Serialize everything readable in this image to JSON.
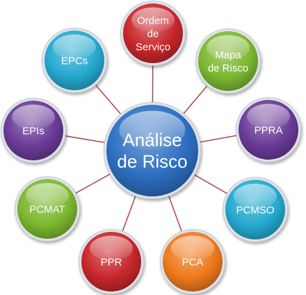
{
  "center": {
    "lines": [
      "Análise",
      "de Risco"
    ],
    "color": "#2e6fc2"
  },
  "nodes": [
    {
      "id": "ordem-de-servico",
      "lines": [
        "Ordem",
        "de",
        "Serviço"
      ],
      "color": "#c8262b"
    },
    {
      "id": "mapa-de-risco",
      "lines": [
        "Mapa",
        "de Risco"
      ],
      "color": "#7cb830"
    },
    {
      "id": "ppra",
      "lines": [
        "PPRA"
      ],
      "color": "#6a3b97"
    },
    {
      "id": "pcmso",
      "lines": [
        "PCMSO"
      ],
      "color": "#25a9cf"
    },
    {
      "id": "pca",
      "lines": [
        "PCA"
      ],
      "color": "#ee7a1c"
    },
    {
      "id": "ppr",
      "lines": [
        "PPR"
      ],
      "color": "#c8262b"
    },
    {
      "id": "pcmat",
      "lines": [
        "PCMAT"
      ],
      "color": "#7cb830"
    },
    {
      "id": "epis",
      "lines": [
        "EPIs"
      ],
      "color": "#6a3b97"
    },
    {
      "id": "epcs",
      "lines": [
        "EPCs"
      ],
      "color": "#25a9cf"
    }
  ],
  "connector_color": "#a94444"
}
